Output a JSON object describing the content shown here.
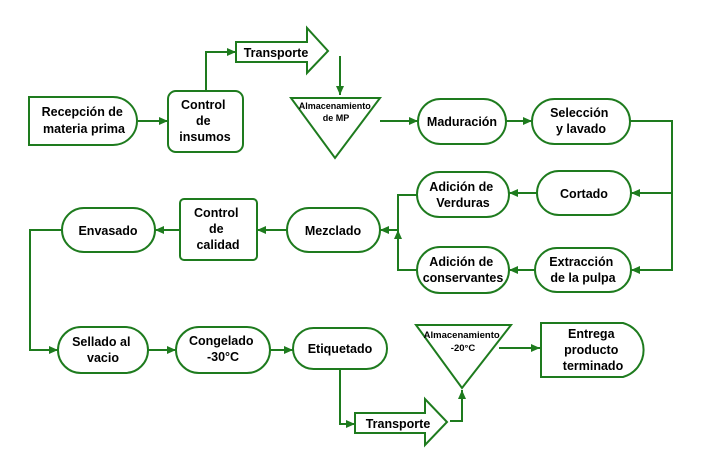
{
  "colors": {
    "stroke": "#1e7b1e",
    "fill": "#ffffff",
    "text": "#000000"
  },
  "nodes": {
    "recepcion": {
      "lines": [
        "Recepción de",
        "materia prima"
      ]
    },
    "control_insumos": {
      "lines": [
        "Control",
        "de",
        "insumos"
      ]
    },
    "transporte_1": {
      "lines": [
        "Transporte"
      ]
    },
    "almacenamiento_mp": {
      "lines": [
        "Almacenamiento",
        "de MP"
      ]
    },
    "maduracion": {
      "lines": [
        "Maduración"
      ]
    },
    "seleccion": {
      "lines": [
        "Selección",
        "y lavado"
      ]
    },
    "cortado": {
      "lines": [
        "Cortado"
      ]
    },
    "adicion_verduras": {
      "lines": [
        "Adición de",
        "Verduras"
      ]
    },
    "extraccion": {
      "lines": [
        "Extracción",
        "de la pulpa"
      ]
    },
    "adicion_conservantes": {
      "lines": [
        "Adición de",
        "conservantes"
      ]
    },
    "mezclado": {
      "lines": [
        "Mezclado"
      ]
    },
    "control_calidad": {
      "lines": [
        "Control",
        "de",
        "calidad"
      ]
    },
    "envasado": {
      "lines": [
        "Envasado"
      ]
    },
    "sellado": {
      "lines": [
        "Sellado al",
        "vacio"
      ]
    },
    "congelado": {
      "lines": [
        "Congelado",
        "-30°C"
      ]
    },
    "etiquetado": {
      "lines": [
        "Etiquetado"
      ]
    },
    "transporte_2": {
      "lines": [
        "Transporte"
      ]
    },
    "almacenamiento_20": {
      "lines": [
        "Almacenamiento",
        "-20°C"
      ]
    },
    "entrega": {
      "lines": [
        "Entrega",
        "producto",
        "terminado"
      ]
    }
  }
}
